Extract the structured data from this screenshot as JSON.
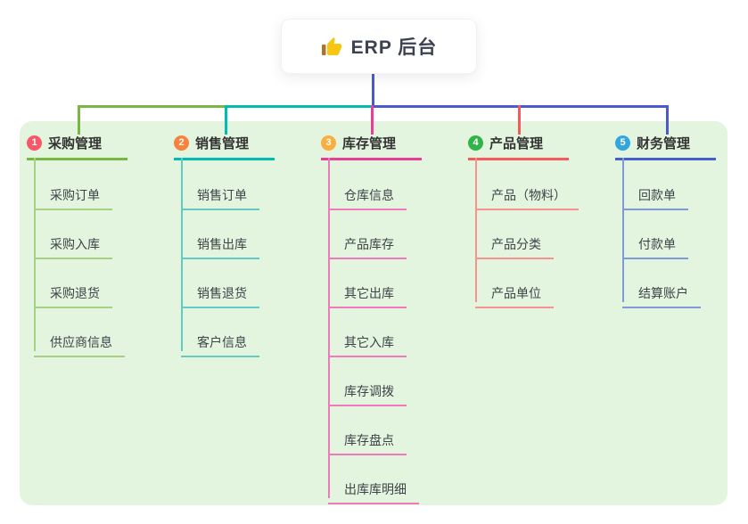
{
  "root": {
    "label": "ERP 后台",
    "icon": "thumbs-up-icon"
  },
  "branches": [
    {
      "num": "1",
      "label": "采购管理",
      "color": "#78b742",
      "light_color": "#a7d182",
      "badge_color": "#f65867",
      "children": [
        "采购订单",
        "采购入库",
        "采购退货",
        "供应商信息"
      ]
    },
    {
      "num": "2",
      "label": "销售管理",
      "color": "#00bdb0",
      "light_color": "#64cbc2",
      "badge_color": "#f8813c",
      "children": [
        "销售订单",
        "销售出库",
        "销售退货",
        "客户信息"
      ]
    },
    {
      "num": "3",
      "label": "库存管理",
      "color": "#e83e97",
      "light_color": "#ef79ba",
      "badge_color": "#fbae40",
      "children": [
        "仓库信息",
        "产品库存",
        "其它出库",
        "其它入库",
        "库存调拨",
        "库存盘点",
        "出库库明细"
      ]
    },
    {
      "num": "4",
      "label": "产品管理",
      "color": "#f8575c",
      "light_color": "#f9918f",
      "badge_color": "#32b34a",
      "children": [
        "产品（物料）",
        "产品分类",
        "产品单位"
      ]
    },
    {
      "num": "5",
      "label": "财务管理",
      "color": "#4360cd",
      "light_color": "#8099d8",
      "badge_color": "#33a6e0",
      "children": [
        "回款单",
        "付款单",
        "结算账户"
      ]
    }
  ],
  "connector_colors": {
    "root_stem": "#4a59cb",
    "panel_background": "#e4f5df"
  }
}
